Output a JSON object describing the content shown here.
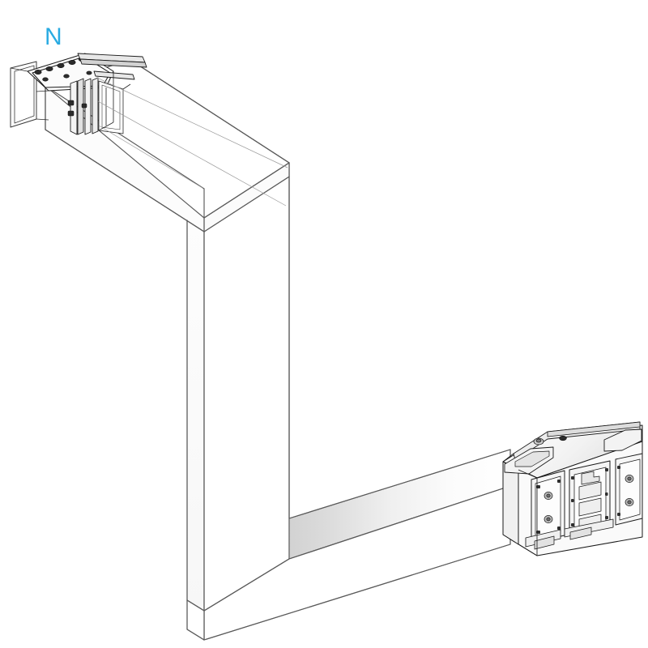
{
  "drawing": {
    "title": "Busbar trunking edgewise 90 degree elbow",
    "type": "isometric-line-drawing",
    "background_color": "#ffffff",
    "line_color": "#5a5a5a",
    "detail_line_color": "#1a1a1a",
    "fill_color": "#ffffff",
    "shade_color": "#d9d9d9",
    "annotation": {
      "phase_label": "N",
      "phase_label_color": "#29abe2"
    },
    "components": [
      {
        "name": "end-connector-block",
        "position": "upper-left",
        "description": "End feed connector with bolted cover plate, rails and fixing studs"
      },
      {
        "name": "vertical-duct-run",
        "position": "left",
        "description": "Rectangular busway trunking vertical leg"
      },
      {
        "name": "elbow-corner",
        "position": "center",
        "description": "90 degree edgewise elbow transition"
      },
      {
        "name": "horizontal-duct-run",
        "position": "bottom",
        "description": "Rectangular busway trunking horizontal leg"
      },
      {
        "name": "tap-off-connector-assembly",
        "position": "lower-right",
        "description": "Joint block with slotted access plate, side brackets and bolt heads"
      }
    ]
  }
}
